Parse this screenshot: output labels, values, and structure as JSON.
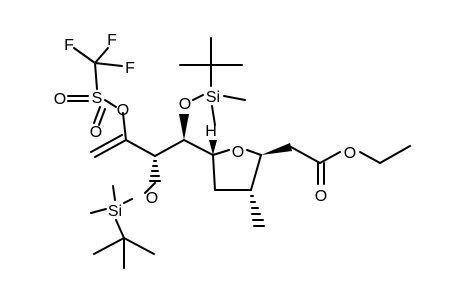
{
  "structure": {
    "atom_labels": {
      "F1": "F",
      "F2": "F",
      "F3": "F",
      "S": "S",
      "O_sulfonyl_1": "O",
      "O_sulfonyl_2": "O",
      "O_triflate": "O",
      "O_silyl_top": "O",
      "Si_top": "Si",
      "O_silyl_bottom": "O",
      "Si_bottom": "Si",
      "H": "H",
      "O_ring": "O",
      "O_ester": "O",
      "O_carbonyl": "O"
    }
  }
}
